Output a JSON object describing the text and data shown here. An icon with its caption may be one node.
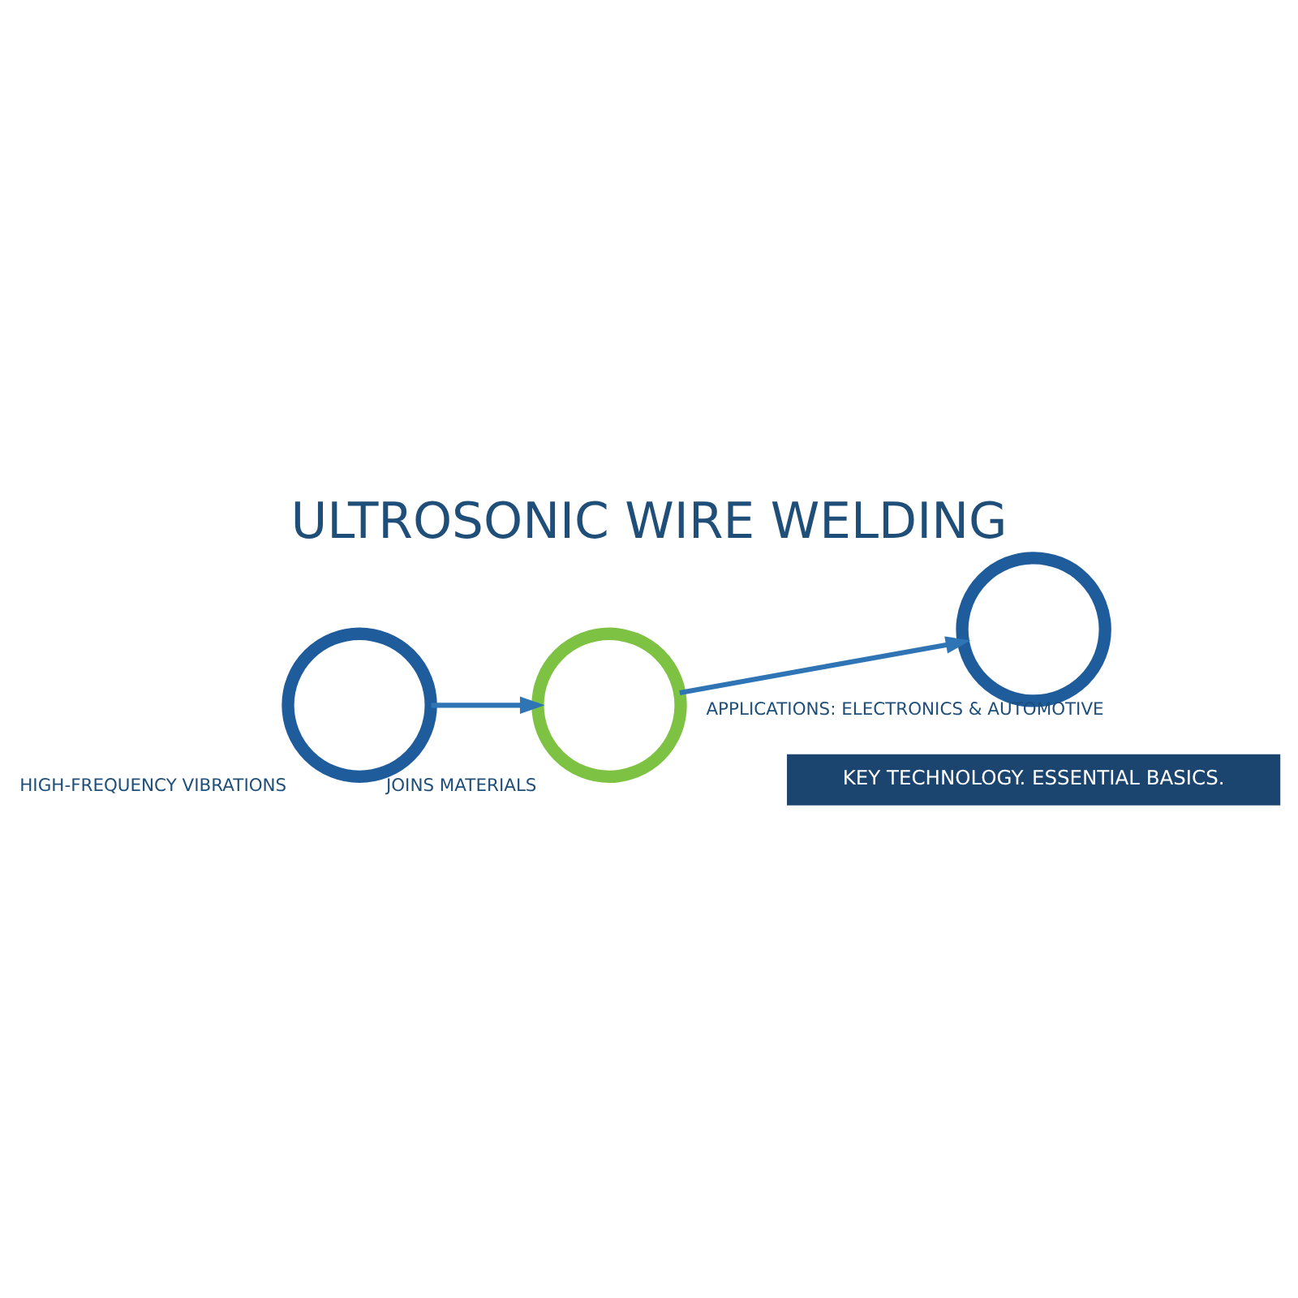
{
  "diagram": {
    "title": "ULTROSONIC WIRE WELDING",
    "caption": "KEY TECHNOLOGY. ESSENTIAL BASICS.",
    "nodes": [
      {
        "text": [
          "HIGH-FREQUENCY VIBRATIONS"
        ]
      },
      {
        "text": [
          "JOINS MATERIALS"
        ]
      },
      {
        "text": [
          "APPLICATIONS: ELECTRONICS & AUTOMOTIVE"
        ]
      }
    ],
    "edges": [
      {
        "from": 0,
        "to": 1,
        "arrow": "to"
      },
      {
        "from": 1,
        "to": 2,
        "arrow": "to"
      }
    ]
  }
}
